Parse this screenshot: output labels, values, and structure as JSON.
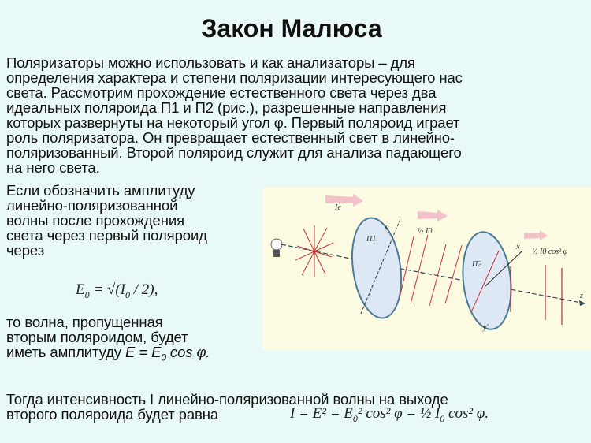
{
  "title": "Закон Малюса",
  "intro_lines": [
    "Поляризаторы можно использовать и как анализаторы – для",
    "определения характера и степени поляризации интересующего нас",
    "света. Рассмотрим прохождение естественного света через два",
    "идеальных поляроида П1 и П2 (рис.), разрешенные направления",
    "которых развернуты на некоторый угол φ. Первый поляроид играет",
    "роль поляризатора. Он превращает естественный свет в линейно-",
    "поляризованный. Второй поляроид служит для анализа падающего",
    "на него света."
  ],
  "left_lines": [
    "Если обозначить амплитуду",
    "линейно-поляризованной",
    "волны после прохождения",
    "света через первый поляроид",
    "через"
  ],
  "formula_e0": "E0 = √(I0 / 2),",
  "after_lines": [
    "то волна, пропущенная",
    "вторым поляроидом, будет",
    "иметь амплитуду"
  ],
  "amplitude_formula": "E = E0 cos φ.",
  "bottom_lines": [
    "Тогда интенсивность I  линейно-поляризованной волны на выходе",
    "второго поляроида будет равна"
  ],
  "formula_i": "I = E² = E0² cos² φ = ½ I0 cos² φ.",
  "diagram": {
    "label_ie": "Iе",
    "label_p1": "П1",
    "label_p2": "П2",
    "label_half_i0": "½ I0",
    "label_out": "½ I0 cos² φ",
    "label_phi": "φ",
    "label_x": "x",
    "label_z": "z",
    "label_y": "y'"
  }
}
